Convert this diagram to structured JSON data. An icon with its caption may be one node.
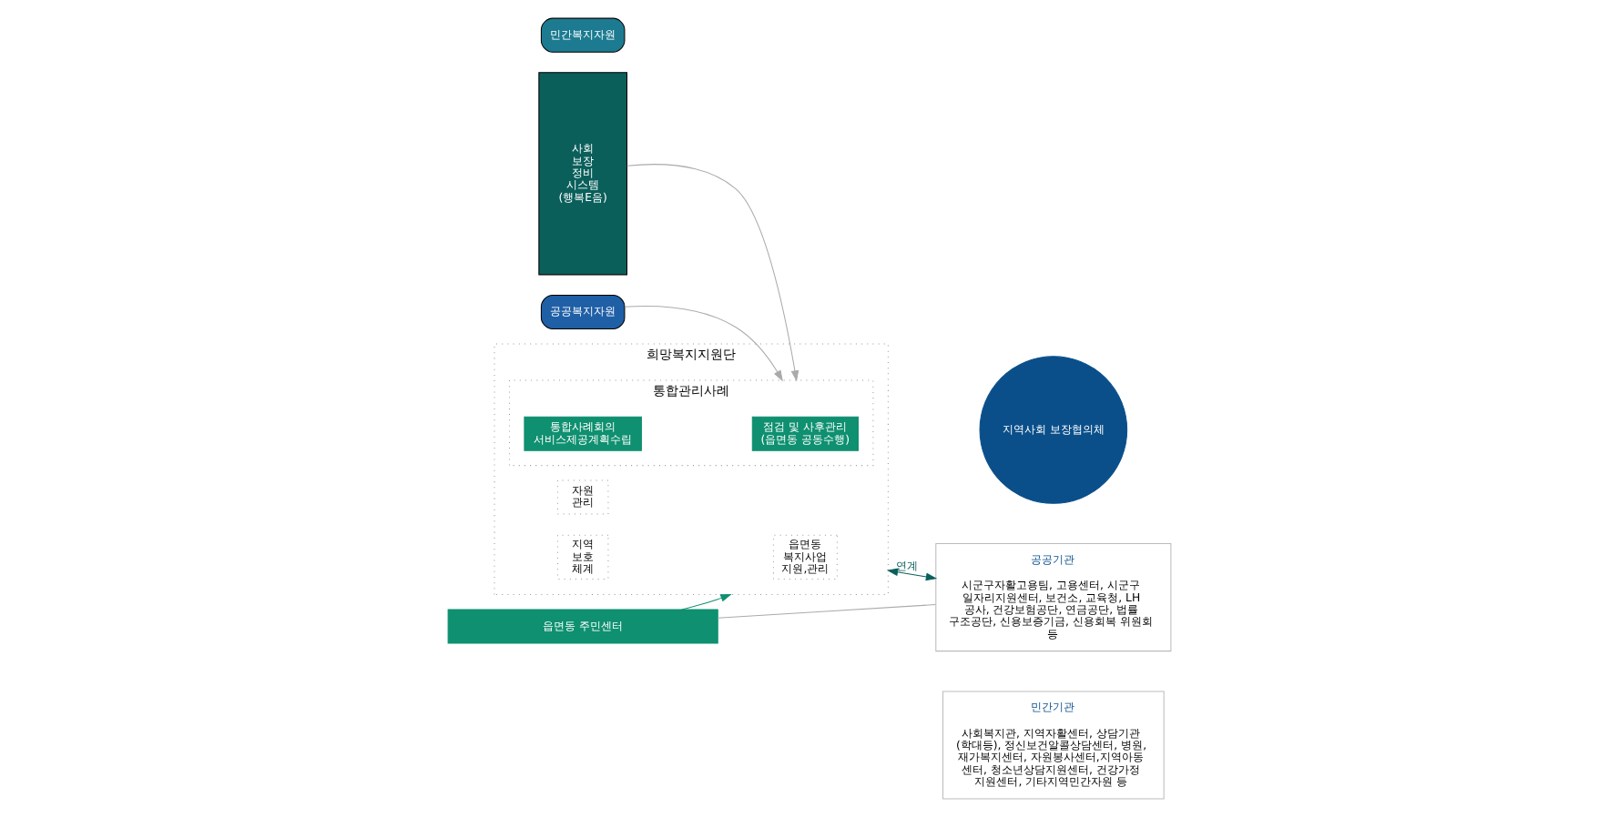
{
  "diagram": {
    "nodes": [
      {
        "text": [
          "공공복지자원"
        ]
      },
      {
        "text": [
          "민간복지자원"
        ]
      },
      {
        "text": [
          "사회 보장 정비 시스템 (행복E음)"
        ]
      },
      {
        "text": [
          "희망복지지원단"
        ]
      },
      {
        "text": [
          "통합관리사례"
        ],
        "in": 3
      },
      {
        "text": [
          "통합사례회의 서비스제공계획수립"
        ],
        "in": 4
      },
      {
        "text": [
          "점검 및 사후관리 (읍면동 공동수행)"
        ],
        "in": 4
      },
      {
        "text": [
          "자원 관리"
        ],
        "in": 3
      },
      {
        "text": [
          "지역 보호 체계"
        ],
        "in": 3
      },
      {
        "text": [
          "읍면동 복지사업 지원,관리"
        ],
        "in": 3
      },
      {
        "text": [
          "읍면동 주민센터"
        ]
      },
      {
        "text": [
          "지역사회 보장협의체"
        ]
      },
      {
        "text": [
          "공공기관",
          "시군구자활고용팀, 고용센터, 시군구 일자리지원센터, 보건소, 교육청, LH 공사, 건강보험공단, 연금공단, 법률 구조공단, 신용보증기금, 신용회복 위원회 등"
        ]
      },
      {
        "text": [
          "민간기관",
          "사회복지관, 지역자활센터, 상담기관 (학대등), 정신보건알콜상담센터, 병원, 재가복지센터, 자원봉사센터,지역아동 센터, 청소년상담지원센터, 건강가정 지원센터, 기타지역민간자원 등"
        ]
      }
    ],
    "edges": [
      {
        "from": 0,
        "to": 4,
        "arrow": "to"
      },
      {
        "from": 2,
        "to": 4,
        "arrow": "to"
      },
      {
        "from": 10,
        "to": 3,
        "arrow": "to",
        "color": "#0f9070"
      },
      {
        "from": 3,
        "to": 12,
        "arrow": "both",
        "label": "연계",
        "color": "#0a5f5b"
      },
      {
        "from": 10,
        "to": 12,
        "arrow": "none"
      }
    ]
  }
}
